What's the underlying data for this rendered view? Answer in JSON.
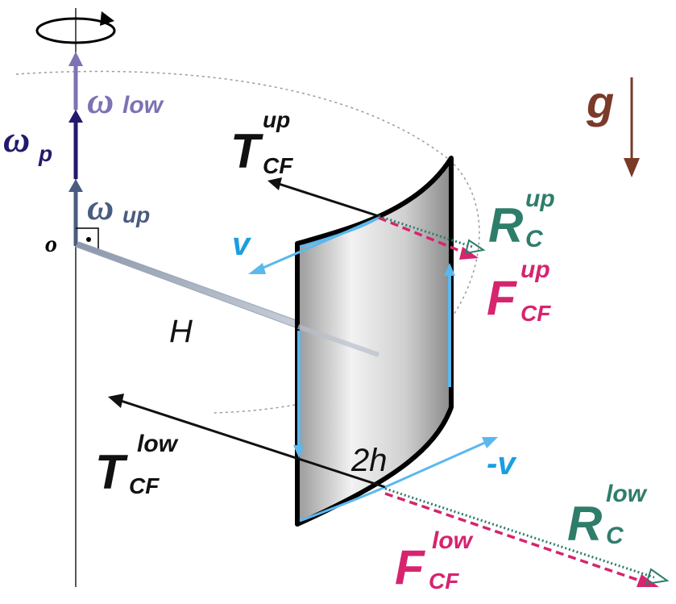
{
  "colors": {
    "axis": "#000000",
    "omega_low": "#7b73b4",
    "omega_p": "#221b6b",
    "omega_up": "#4a5c80",
    "gravity": "#7a3a2a",
    "reaction": "#2e7d6b",
    "centrifugal": "#d6246e",
    "velocity": "#5bb8ee",
    "tension": "#111111",
    "plate_fill": "#d8d8d8",
    "rod": "#9aa6b8"
  },
  "labels": {
    "omega": "ω",
    "omega_low_sub": "low",
    "omega_p_sub": "p",
    "omega_up_sub": "up",
    "origin": "o",
    "gravity": "g",
    "T": "T",
    "T_up_sup": "up",
    "T_up_sub": "CF",
    "T_low_sup": "low",
    "T_low_sub": "CF",
    "R": "R",
    "R_up_sup": "up",
    "R_up_sub": "C",
    "R_low_sup": "low",
    "R_low_sub": "C",
    "F": "F",
    "F_up_sup": "up",
    "F_up_sub": "CF",
    "F_low_sup": "low",
    "F_low_sub": "CF",
    "v": "v",
    "minus_v": "-v",
    "H": "H",
    "two_h": "2h"
  }
}
